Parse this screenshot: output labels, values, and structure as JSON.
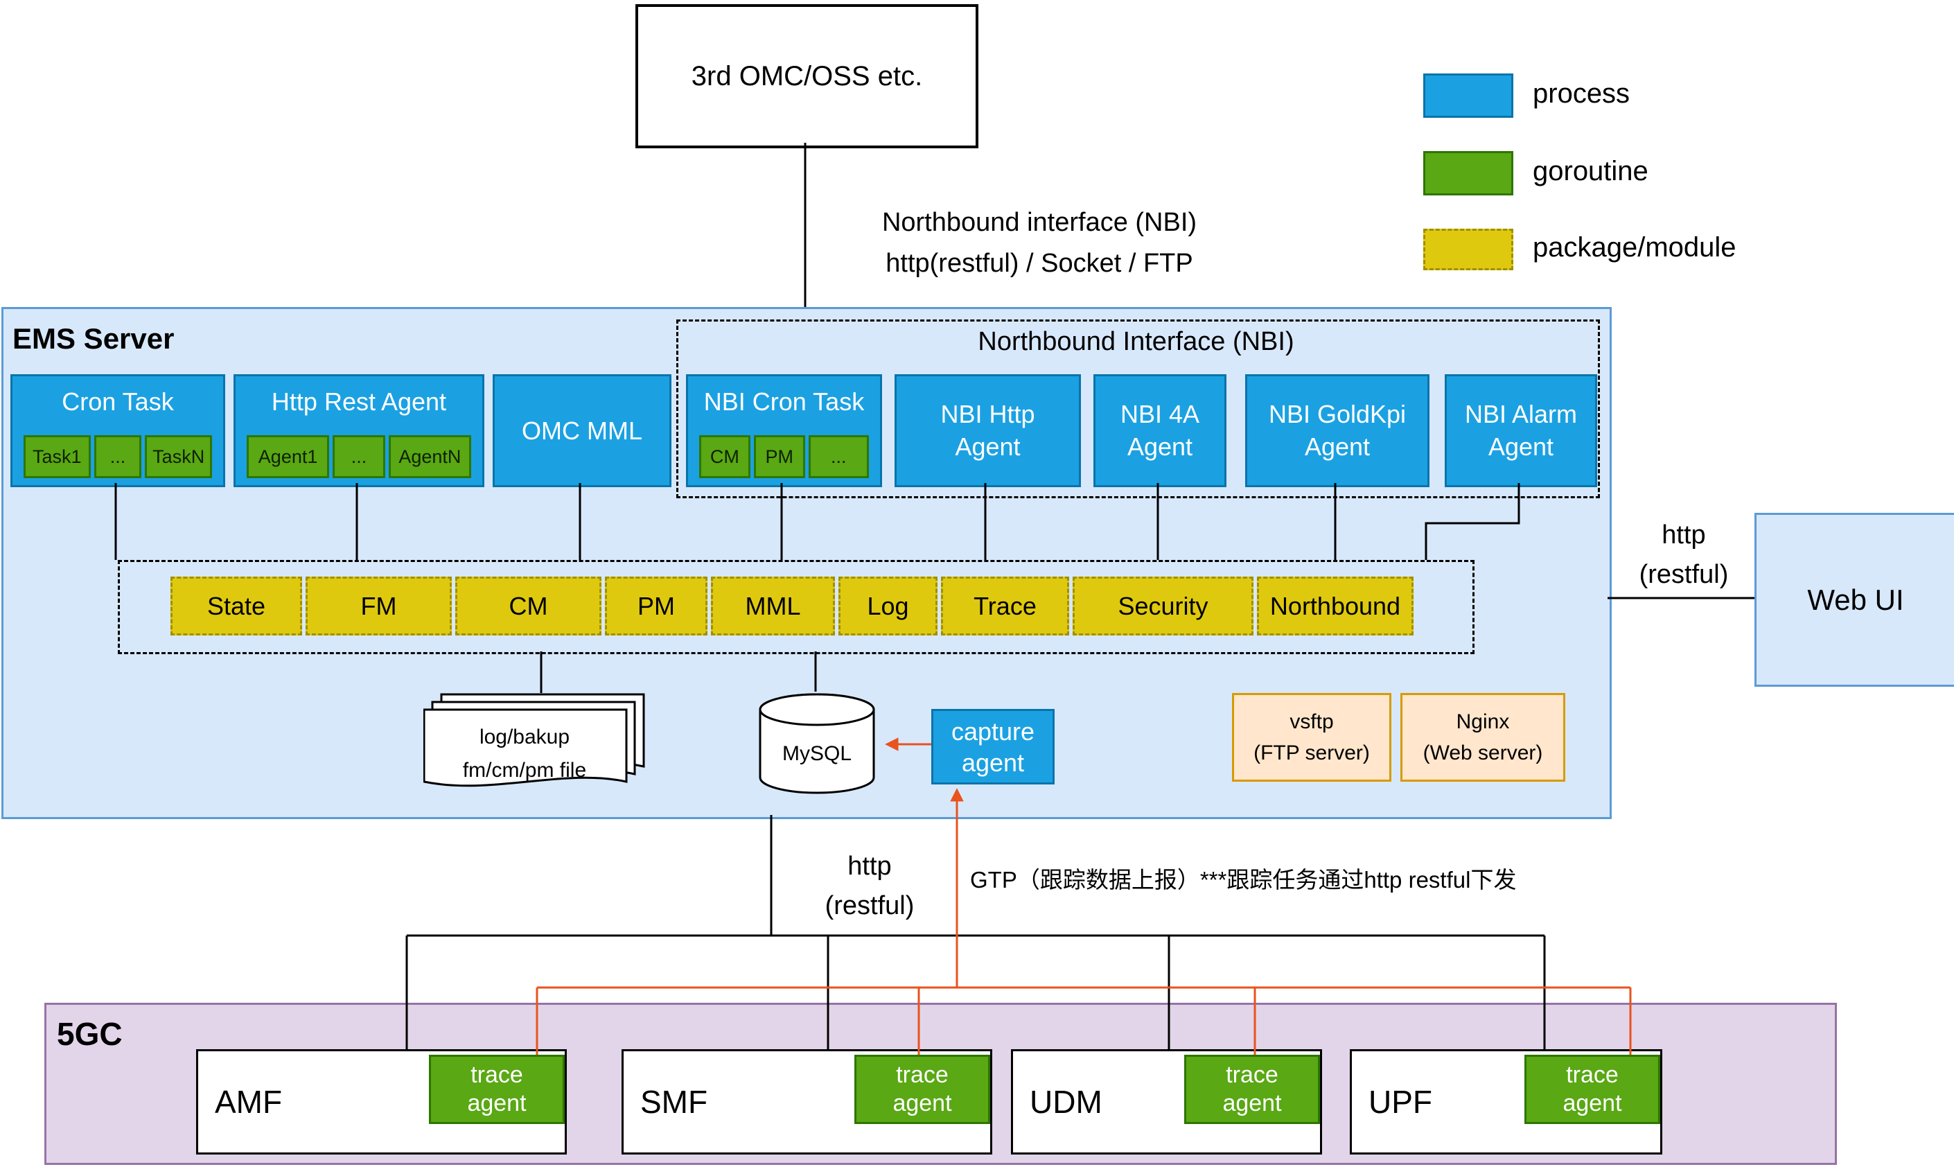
{
  "colors": {
    "process_fill": "#1ba1e2",
    "goroutine_fill": "#59a814",
    "package_fill": "#dfc90f",
    "ems_fill": "#d8e8fb",
    "ems_border": "#5b9bd5",
    "core_fill": "#e2d5e9",
    "core_border": "#9673a6",
    "server_fill": "#ffe6cc",
    "server_border": "#d79b00",
    "trace_arrow": "#e8531e"
  },
  "legend": {
    "items": [
      {
        "label": "process"
      },
      {
        "label": "goroutine"
      },
      {
        "label": "package/module"
      }
    ]
  },
  "external": {
    "omc_oss": "3rd OMC/OSS etc.",
    "web_ui": "Web UI"
  },
  "labels": {
    "nbi_top": "Northbound interface (NBI)\nhttp(restful) / Socket / FTP",
    "http_right": "http\n(restful)",
    "http_bottom": "http\n(restful)",
    "gtp": "GTP（跟踪数据上报）***跟踪任务通过http restful下发"
  },
  "ems": {
    "title": "EMS Server",
    "cron_task": {
      "label": "Cron Task",
      "items": [
        "Task1",
        "...",
        "TaskN"
      ]
    },
    "http_rest_agent": {
      "label": "Http Rest Agent",
      "items": [
        "Agent1",
        "...",
        "AgentN"
      ]
    },
    "omc_mml": "OMC MML",
    "nbi": {
      "title": "Northbound Interface (NBI)",
      "cron_task": {
        "label": "NBI Cron Task",
        "items": [
          "CM",
          "PM",
          "..."
        ]
      },
      "http_agent": "NBI Http\nAgent",
      "fa_agent": "NBI 4A\nAgent",
      "goldkpi_agent": "NBI GoldKpi\nAgent",
      "alarm_agent": "NBI Alarm\nAgent"
    },
    "modules": [
      "State",
      "FM",
      "CM",
      "PM",
      "MML",
      "Log",
      "Trace",
      "Security",
      "Northbound"
    ],
    "files": "log/bakup\nfm/cm/pm file",
    "mysql": "MySQL",
    "capture_agent": "capture\nagent",
    "vsftp": "vsftp\n(FTP server)",
    "nginx": "Nginx\n(Web server)"
  },
  "core": {
    "title": "5GC",
    "trace_agent": "trace\nagent",
    "nfs": [
      {
        "name": "AMF"
      },
      {
        "name": "SMF"
      },
      {
        "name": "UDM"
      },
      {
        "name": "UPF"
      }
    ]
  }
}
